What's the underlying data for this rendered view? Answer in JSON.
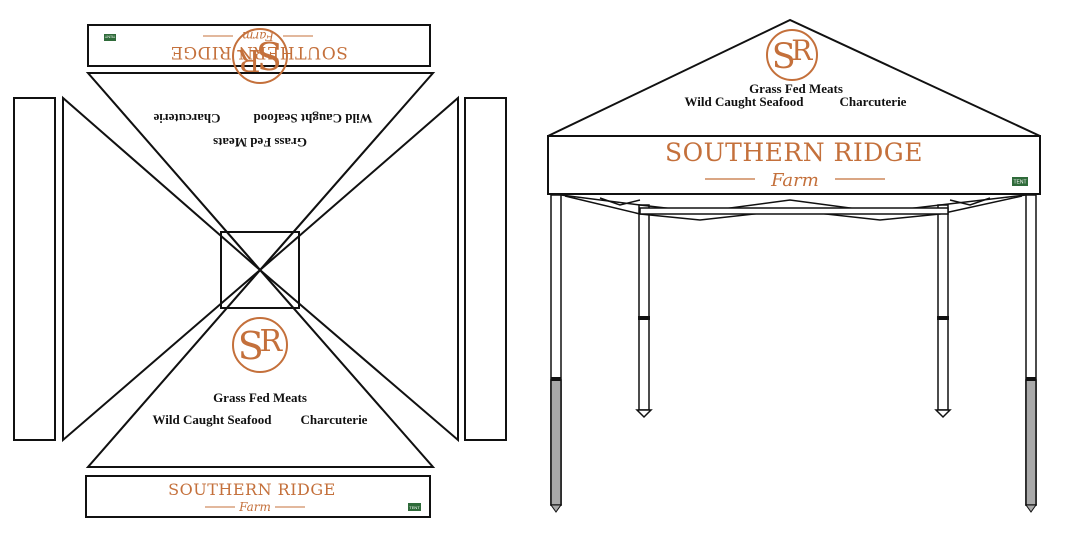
{
  "brand": {
    "name": "SOUTHERN RIDGE",
    "script": "Farm",
    "monogram_s": "S",
    "monogram_r": "R",
    "color": "#c4703b"
  },
  "tagline": {
    "line1": "Grass Fed Meats",
    "line2_left": "Wild Caught Seafood",
    "line2_right": "Charcuterie"
  },
  "badge": {
    "text": "TENT"
  },
  "colors": {
    "outline": "#111111",
    "leg": "#a9a9a9"
  }
}
